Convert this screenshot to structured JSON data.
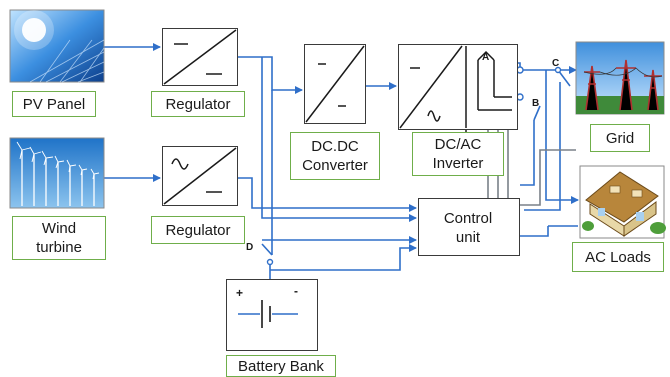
{
  "blocks": {
    "pv_panel": "PV Panel",
    "wind_turbine": "Wind\nturbine",
    "regulator_top": "Regulator",
    "regulator_bottom": "Regulator",
    "dcdc_converter": "DC.DC\nConverter",
    "dcac_inverter": "DC/AC\nInverter",
    "control_unit": "Control\nunit",
    "battery_bank": "Battery Bank",
    "grid": "Grid",
    "ac_loads": "AC Loads"
  },
  "switch_tags": {
    "a": "A",
    "b": "B",
    "c": "C",
    "d": "D"
  },
  "battery_terminals": {
    "plus": "+",
    "minus": "-"
  },
  "colors": {
    "wire": "#2f6fc9",
    "control_wire": "#7a8088",
    "label_border": "#6fae4a",
    "box_border": "#3a3a3a"
  },
  "icons": {
    "pv": "solar-panel-picture",
    "wind": "wind-turbine-picture",
    "grid": "power-grid-picture",
    "loads": "house-picture"
  }
}
